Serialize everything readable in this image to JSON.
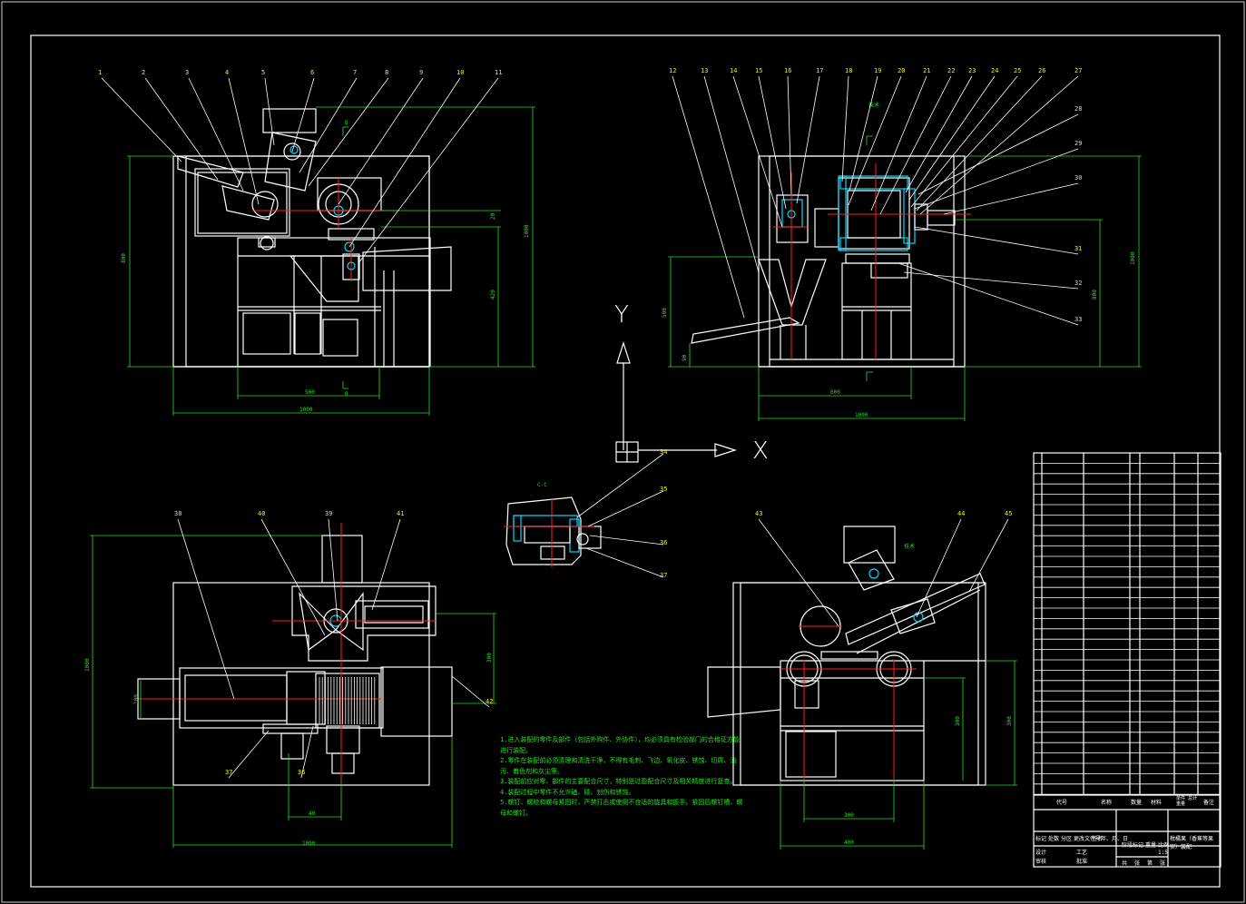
{
  "drawing": {
    "background": "#000000",
    "line_color": "#ffffff",
    "dimension_color": "#22e022",
    "centerline_color": "#ff2020",
    "highlight_color": "#00d8ff",
    "leader_color": "#f0f000"
  },
  "view_front": {
    "balloons": [
      "1",
      "2",
      "3",
      "4",
      "5",
      "6",
      "7",
      "8",
      "9",
      "10",
      "11"
    ]
  },
  "view_side": {
    "balloons": [
      "12",
      "13",
      "14",
      "15",
      "16",
      "17",
      "18",
      "19",
      "20",
      "21",
      "22",
      "23",
      "24",
      "25",
      "26",
      "27",
      "28",
      "29",
      "30",
      "31",
      "32",
      "33"
    ]
  },
  "view_top": {
    "balloons": [
      "38",
      "40",
      "39",
      "41",
      "42",
      "37",
      "36"
    ]
  },
  "view_rear": {
    "balloons": [
      "43",
      "44",
      "45"
    ]
  },
  "detail_view": {
    "label": "C-C",
    "balloons": [
      "34",
      "35",
      "36",
      "37"
    ]
  },
  "axes": {
    "y_label": "Y",
    "x_label": "X"
  },
  "notes": [
    "1.进入装配的零件及部件（包括外购件、外协件），均必须具有检验部门的合格证方能",
    "进行装配。",
    "2.零件在装配前必须清理和清洗干净，不得有毛刺、飞边、氧化皮、锈蚀、切屑、油",
    "污、着色剂和灰尘等。",
    "3.装配前应对零、部件的主要配合尺寸，特别是过盈配合尺寸及相关精度进行复查。",
    "4.装配过程中零件不允许磕、碰、划伤和锈蚀。",
    "5.螺钉、螺栓和螺母紧固时，严禁打击或使用不合适的旋具和扳手。紧固后螺钉槽、螺",
    "母和螺钉。"
  ],
  "title_block": {
    "col_headers": [
      "代号",
      "名称",
      "数量",
      "材料",
      "单件 总计 重量",
      "备注"
    ],
    "drawing_title": "柑橘果（香蕉等果实）装配",
    "sign_row": [
      "标记",
      "处数",
      "分区",
      "更改文件号",
      "签名",
      "年、月、日"
    ],
    "roles": [
      "设计",
      "审核",
      "工艺",
      "批准"
    ],
    "stage_labels": [
      "阶段标记",
      "重量",
      "比例"
    ],
    "scale": "1:5",
    "sheet": [
      "共",
      "张",
      "第",
      "张"
    ]
  }
}
